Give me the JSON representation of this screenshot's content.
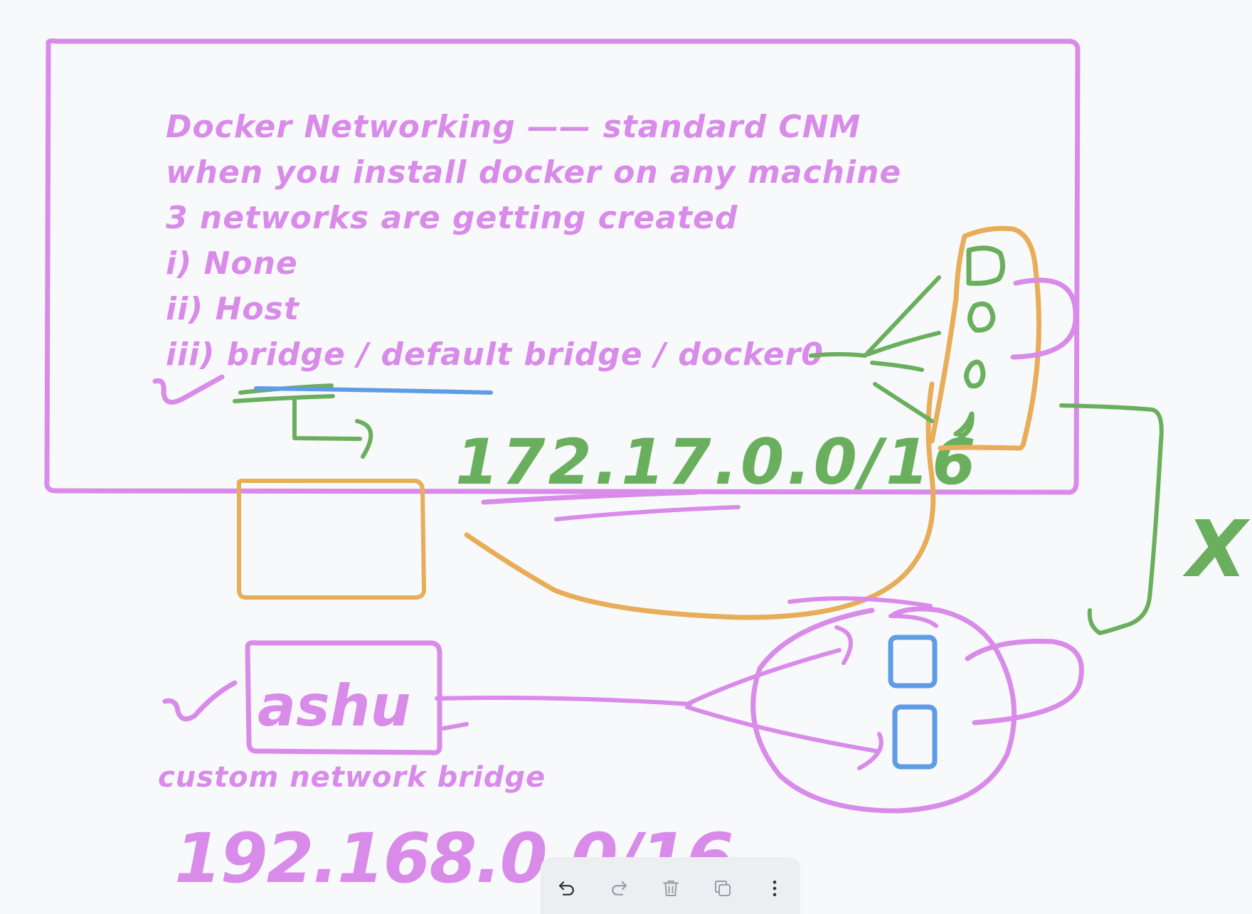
{
  "note": {
    "lines": [
      "Docker Networking —— standard CNM",
      "when you install docker on any machine",
      "3 networks are getting created",
      "i)  None",
      "ii) Host",
      "iii) bridge / default bridge / docker0"
    ],
    "default_subnet": "172.17.0.0/16",
    "custom_box_label": "ashu",
    "custom_label": "custom network bridge",
    "custom_subnet": "192.168.0.0/16",
    "cross_mark": "X"
  },
  "colors": {
    "purple": "#d88be9",
    "green": "#6aaf5e",
    "orange": "#e8ad58",
    "blue": "#5f9ce6",
    "background": "#f8f9fb"
  },
  "toolbar": {
    "items": [
      "undo-icon",
      "redo-icon",
      "delete-icon",
      "duplicate-icon",
      "more-icon"
    ]
  }
}
